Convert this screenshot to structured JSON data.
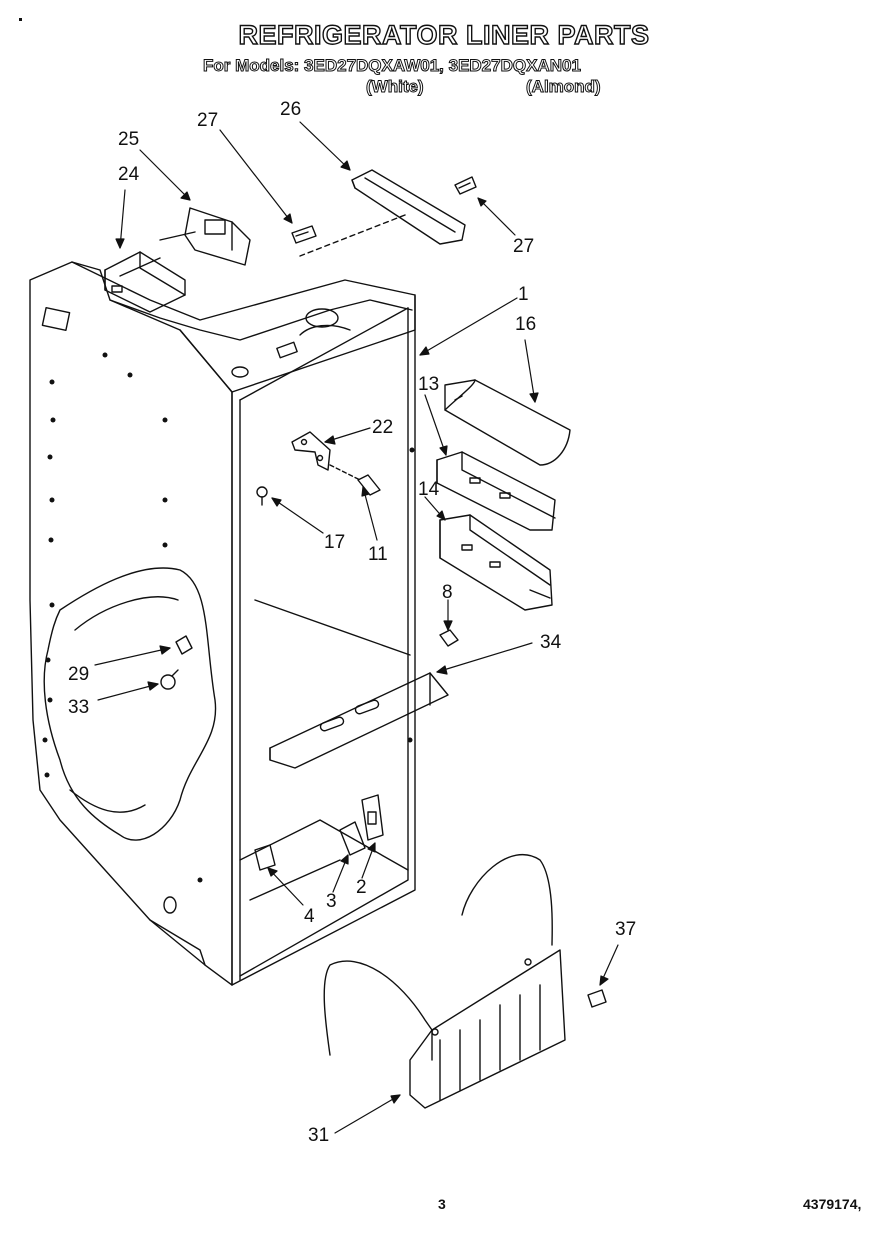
{
  "header": {
    "title": "REFRIGERATOR LINER PARTS",
    "models_line": "For Models: 3ED27DQXAW01, 3ED27DQXAN01",
    "variant_white": "(White)",
    "variant_almond": "(Almond)"
  },
  "callouts": {
    "p1": "1",
    "p2": "2",
    "p3": "3",
    "p4": "4",
    "p8": "8",
    "p11": "11",
    "p13": "13",
    "p14": "14",
    "p16": "16",
    "p17": "17",
    "p22": "22",
    "p24": "24",
    "p25": "25",
    "p26": "26",
    "p27a": "27",
    "p27b": "27",
    "p29": "29",
    "p31": "31",
    "p33": "33",
    "p34": "34",
    "p37": "37"
  },
  "footer": {
    "page_number": "3",
    "doc_number": "4379174,"
  }
}
